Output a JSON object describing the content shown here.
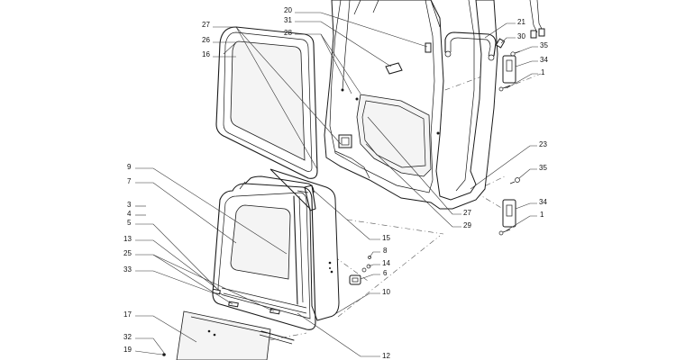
{
  "callouts": [
    {
      "id": "c-27a",
      "text": "27"
    },
    {
      "id": "c-26",
      "text": "26"
    },
    {
      "id": "c-16",
      "text": "16"
    },
    {
      "id": "c-20",
      "text": "20"
    },
    {
      "id": "c-31",
      "text": "31"
    },
    {
      "id": "c-28",
      "text": "28"
    },
    {
      "id": "c-21",
      "text": "21"
    },
    {
      "id": "c-30",
      "text": "30"
    },
    {
      "id": "c-35a",
      "text": "35"
    },
    {
      "id": "c-34a",
      "text": "34"
    },
    {
      "id": "c-1a",
      "text": "1"
    },
    {
      "id": "c-23",
      "text": "23"
    },
    {
      "id": "c-35b",
      "text": "35"
    },
    {
      "id": "c-34b",
      "text": "34"
    },
    {
      "id": "c-1b",
      "text": "1"
    },
    {
      "id": "c-27b",
      "text": "27"
    },
    {
      "id": "c-29",
      "text": "29"
    },
    {
      "id": "c-9",
      "text": "9"
    },
    {
      "id": "c-7",
      "text": "7"
    },
    {
      "id": "c-3",
      "text": "3"
    },
    {
      "id": "c-4",
      "text": "4"
    },
    {
      "id": "c-5",
      "text": "5"
    },
    {
      "id": "c-13",
      "text": "13"
    },
    {
      "id": "c-25",
      "text": "25"
    },
    {
      "id": "c-33",
      "text": "33"
    },
    {
      "id": "c-15",
      "text": "15"
    },
    {
      "id": "c-8",
      "text": "8"
    },
    {
      "id": "c-14",
      "text": "14"
    },
    {
      "id": "c-6",
      "text": "6"
    },
    {
      "id": "c-10",
      "text": "10"
    },
    {
      "id": "c-17",
      "text": "17"
    },
    {
      "id": "c-32",
      "text": "32"
    },
    {
      "id": "c-19",
      "text": "19"
    },
    {
      "id": "c-12",
      "text": "12"
    }
  ]
}
